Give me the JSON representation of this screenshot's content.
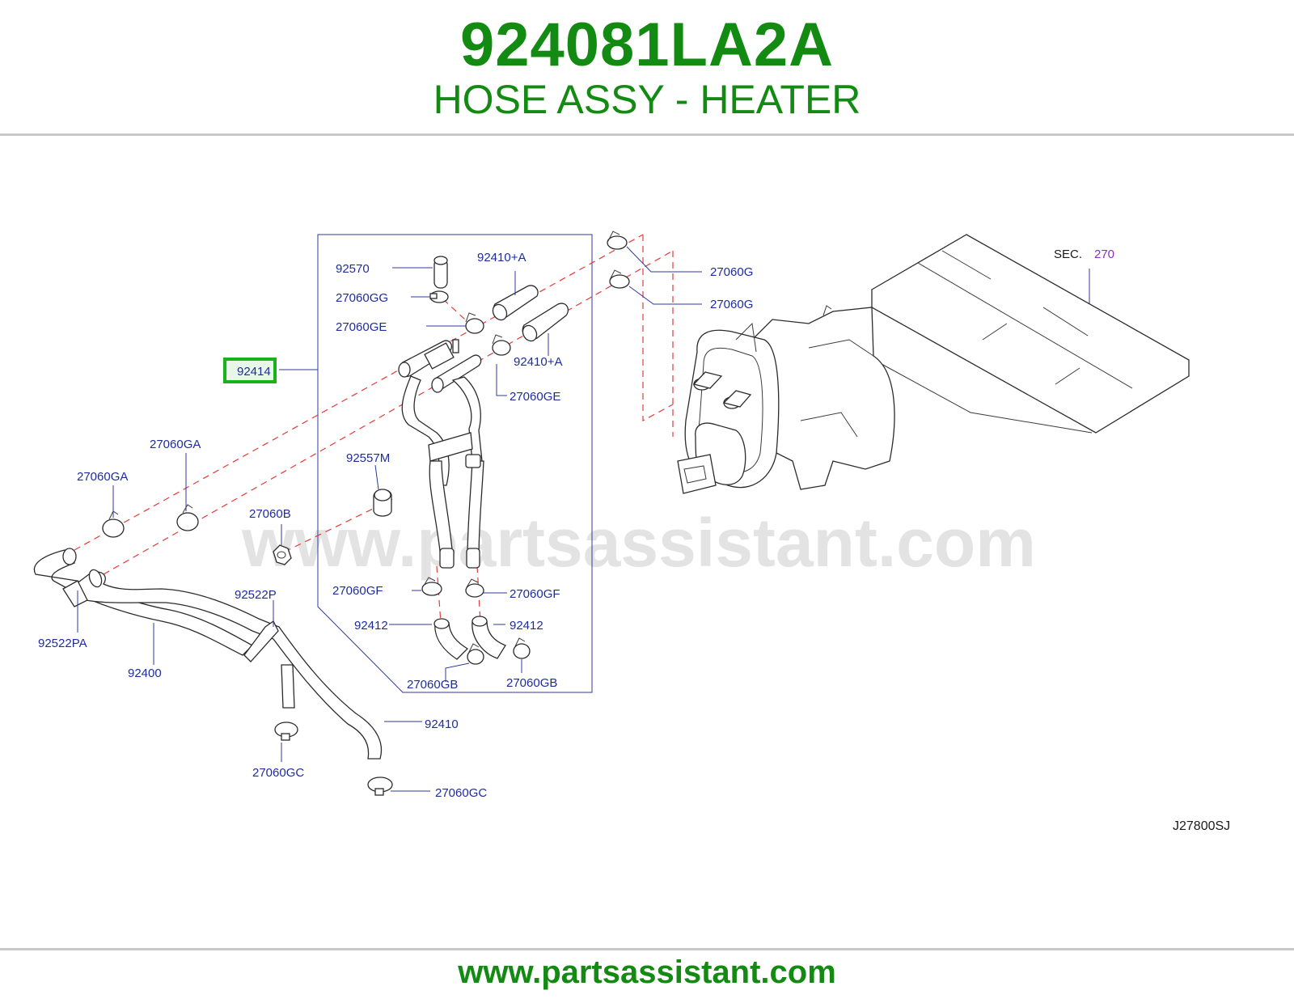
{
  "header": {
    "part_number": "924081LA2A",
    "part_name": "HOSE ASSY - HEATER"
  },
  "diagram": {
    "highlight_color": "#18b318",
    "brand_color": "#138b13",
    "section_ref": {
      "prefix": "SEC.",
      "number": "270"
    },
    "watermark": "www.partsassistant.com",
    "figure_code": "J27800SJ",
    "labels": {
      "p92570": "92570",
      "p27060gg": "27060GG",
      "p27060ge_a": "27060GE",
      "p27060ge_b": "27060GE",
      "p92410a_top": "92410+A",
      "p92410a_mid": "92410+A",
      "p92414": "92414",
      "p27060g_a": "27060G",
      "p27060g_b": "27060G",
      "p92557m": "92557M",
      "p27060ga_a": "27060GA",
      "p27060ga_b": "27060GA",
      "p27060b": "27060B",
      "p27060gf_a": "27060GF",
      "p27060gf_b": "27060GF",
      "p92412_a": "92412",
      "p92412_b": "92412",
      "p27060gb_a": "27060GB",
      "p27060gb_b": "27060GB",
      "p92522p": "92522P",
      "p92522pa": "92522PA",
      "p92400": "92400",
      "p92410": "92410",
      "p27060gc_a": "27060GC",
      "p27060gc_b": "27060GC"
    }
  },
  "footer": {
    "url": "www.partsassistant.com"
  }
}
